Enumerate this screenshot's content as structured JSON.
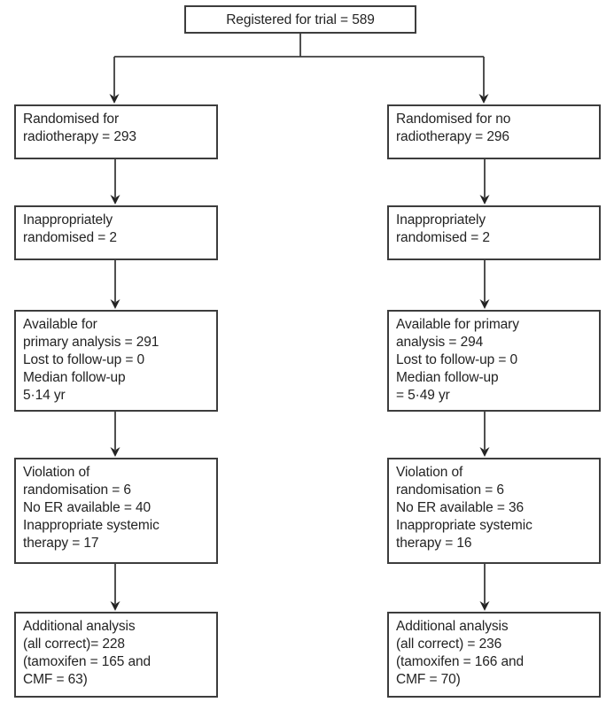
{
  "diagram": {
    "top_box": "Registered for trial = 589",
    "left_column": [
      "Randomised for\nradiotherapy = 293",
      "Inappropriately\nrandomised = 2",
      "Available for\nprimary analysis = 291\nLost to follow-up = 0\nMedian follow-up\n5·14 yr",
      "Violation of\nrandomisation = 6\nNo ER available = 40\nInappropriate systemic\ntherapy = 17",
      "Additional analysis\n(all correct)= 228\n(tamoxifen = 165 and\nCMF = 63)"
    ],
    "right_column": [
      "Randomised for no\nradiotherapy = 296",
      "Inappropriately\nrandomised = 2",
      "Available for primary\nanalysis = 294\nLost to follow-up = 0\nMedian follow-up\n= 5·49 yr",
      "Violation of\nrandomisation = 6\nNo ER available = 36\nInappropriate systemic\ntherapy = 16",
      "Additional analysis\n(all correct) = 236\n(tamoxifen = 166 and\nCMF = 70)"
    ],
    "colors": {
      "line": "#3d3d3d",
      "text": "#232323",
      "background": "#ffffff"
    }
  }
}
